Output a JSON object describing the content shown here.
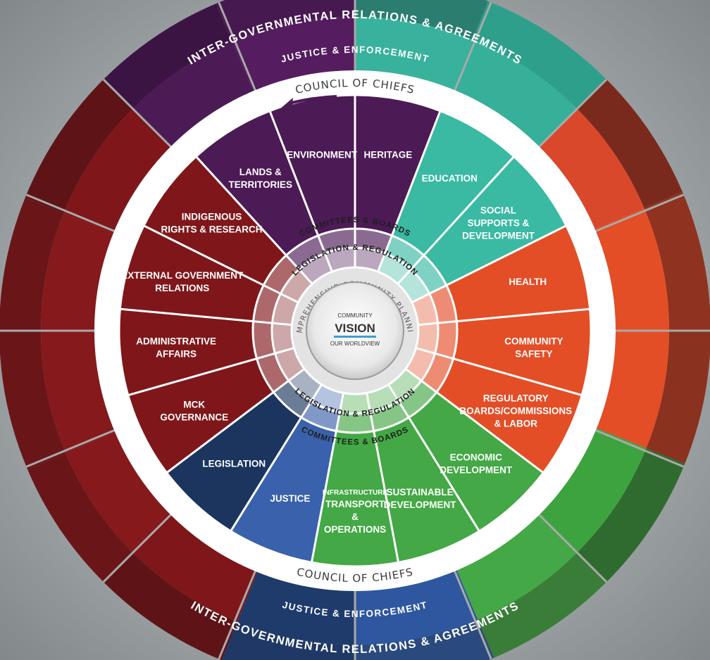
{
  "outer_ring": {
    "top_label": "INTER-GOVERNMENTAL RELATIONS & AGREEMENTS",
    "bottom_label": "INTER-GOVERNMENTAL RELATIONS & AGREEMENTS"
  },
  "enforcement_ring": {
    "top_label": "JUSTICE & ENFORCEMENT",
    "bottom_label": "JUSTICE & ENFORCEMENT"
  },
  "council_ring": {
    "top_label": "COUNCIL OF CHIEFS",
    "bottom_label": "COUNCIL OF CHIEFS"
  },
  "committees_ring": {
    "top_label": "COMMITTEES & BOARDS",
    "bottom_label": "COMMITTEES & BOARDS"
  },
  "legislation_ring": {
    "top_label": "LEGISLATION & REGULATION",
    "bottom_label": "LEGISLATION & REGULATION"
  },
  "planning_ring": {
    "label": "COMPREHENSIVE COMMUNITY PLANNING"
  },
  "center": {
    "small_top": "COMMUNITY",
    "big": "VISION",
    "small_bottom": "OUR WORLDVIEW"
  },
  "colors": {
    "purple": "#4c1a55",
    "teal": "#3ab9a3",
    "orange": "#e34e27",
    "green": "#43a845",
    "blue": "#3a61ab",
    "navy": "#1b355f",
    "red": "#7f171a"
  },
  "segments": [
    {
      "key": "heritage",
      "lines": [
        "HERITAGE"
      ],
      "color": "purple"
    },
    {
      "key": "education",
      "lines": [
        "EDUCATION"
      ],
      "color": "teal"
    },
    {
      "key": "social-supports",
      "lines": [
        "SOCIAL",
        "SUPPORTS &",
        "DEVELOPMENT"
      ],
      "color": "teal"
    },
    {
      "key": "health",
      "lines": [
        "HEALTH"
      ],
      "color": "orange"
    },
    {
      "key": "community-safety",
      "lines": [
        "COMMUNITY",
        "SAFETY"
      ],
      "color": "orange"
    },
    {
      "key": "regulatory-boards",
      "lines": [
        "REGULATORY",
        "BOARDS/COMMISSIONS",
        "& LABOR"
      ],
      "color": "orange"
    },
    {
      "key": "economic-development",
      "lines": [
        "ECONOMIC",
        "DEVELOPMENT"
      ],
      "color": "green"
    },
    {
      "key": "sustainable-development",
      "lines": [
        "SUSTAINABLE",
        "DEVELOPMENT"
      ],
      "color": "green"
    },
    {
      "key": "infrastructure",
      "lines": [
        "INFRASTRUCTURE",
        "TRANSPORT",
        "&",
        "OPERATIONS"
      ],
      "color": "green"
    },
    {
      "key": "justice",
      "lines": [
        "JUSTICE"
      ],
      "color": "blue"
    },
    {
      "key": "legislation",
      "lines": [
        "LEGISLATION"
      ],
      "color": "navy"
    },
    {
      "key": "mck-governance",
      "lines": [
        "MCK",
        "GOVERNANCE"
      ],
      "color": "red"
    },
    {
      "key": "administrative-affairs",
      "lines": [
        "ADMINISTRATIVE",
        "AFFAIRS"
      ],
      "color": "red"
    },
    {
      "key": "external-government",
      "lines": [
        "EXTERNAL GOVERNMENT",
        "RELATIONS"
      ],
      "color": "red"
    },
    {
      "key": "indigenous-rights",
      "lines": [
        "INDIGENOUS",
        "RIGHTS & RESEARCH"
      ],
      "color": "red"
    },
    {
      "key": "lands-territories",
      "lines": [
        "LANDS &",
        "TERRITORIES"
      ],
      "color": "purple"
    },
    {
      "key": "environment",
      "lines": [
        "ENVIRONMENT"
      ],
      "color": "purple"
    }
  ]
}
